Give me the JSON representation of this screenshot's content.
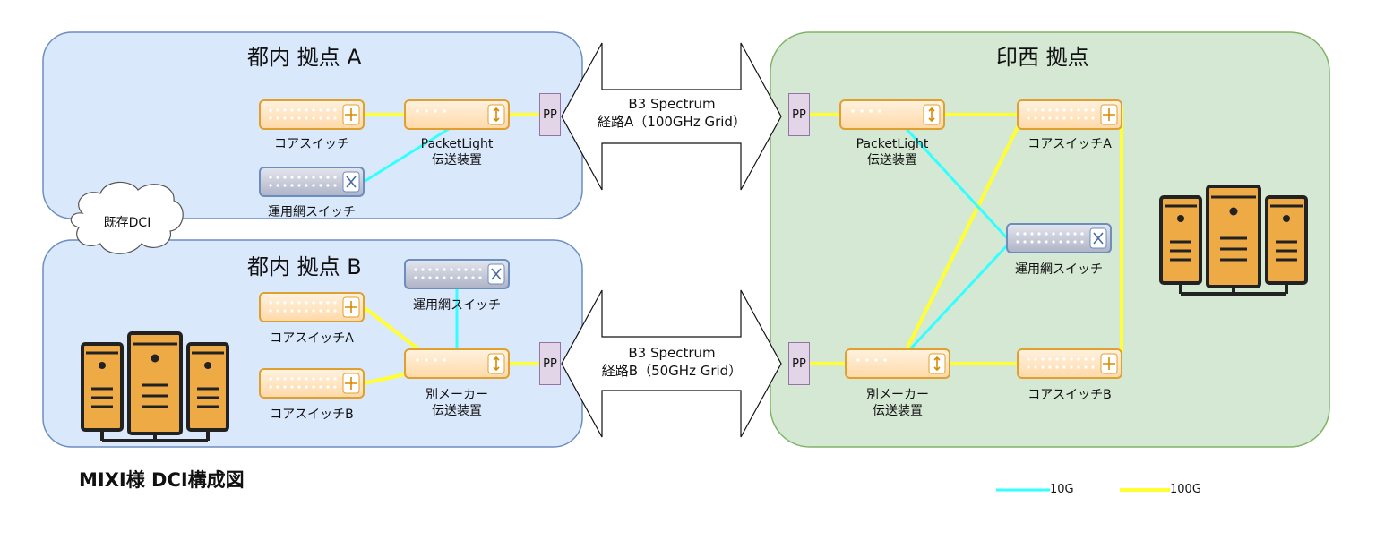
{
  "diagram": {
    "caption": "MIXI様 DCI構成図",
    "sites": {
      "site_a": {
        "title": "都内 拠点 A",
        "core_switch": "コアスイッチ",
        "transport_line1": "PacketLight",
        "transport_line2": "伝送装置",
        "ops_switch": "運用網スイッチ",
        "pp": "PP"
      },
      "site_b": {
        "title": "都内 拠点 B",
        "ops_switch": "運用網スイッチ",
        "core_switch_a": "コアスイッチA",
        "core_switch_b": "コアスイッチB",
        "transport_line1": "別メーカー",
        "transport_line2": "伝送装置",
        "pp": "PP"
      },
      "inzai": {
        "title": "印西 拠点",
        "pp_top": "PP",
        "pp_bottom": "PP",
        "transport_top_line1": "PacketLight",
        "transport_top_line2": "伝送装置",
        "core_switch_a": "コアスイッチA",
        "ops_switch": "運用網スイッチ",
        "transport_bottom_line1": "別メーカー",
        "transport_bottom_line2": "伝送装置",
        "core_switch_b": "コアスイッチB"
      }
    },
    "cloud_label": "既存DCI",
    "links": {
      "route_a_line1": "B3 Spectrum",
      "route_a_line2": "経路A（100GHz Grid）",
      "route_b_line1": "B3 Spectrum",
      "route_b_line2": "経路B（50GHz Grid）"
    },
    "legend": {
      "ten_g_label": "10G",
      "hundred_g_label": "100G",
      "ten_g_color": "#33ffff",
      "hundred_g_color": "#ffff33"
    },
    "colors": {
      "site_blue": "#dae8fc",
      "site_blue_border": "#6c8ebf",
      "site_green": "#d5e8d4",
      "site_green_border": "#82b366",
      "device_orange": "#ffe6cc",
      "device_orange_border": "#e0a030",
      "device_gray": "#c8cbd6",
      "device_gray_border": "#6c8ebf",
      "server_orange": "#eeaa44"
    }
  }
}
